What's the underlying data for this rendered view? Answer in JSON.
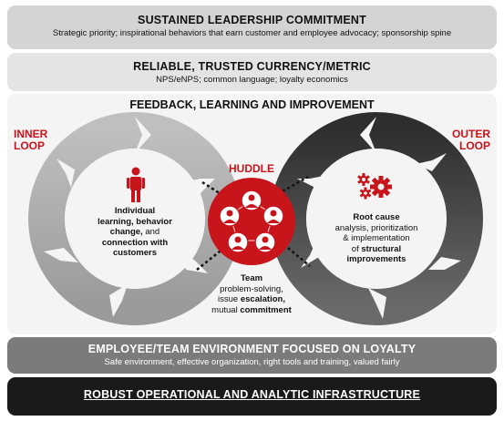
{
  "bands": {
    "leadership": {
      "title": "SUSTAINED LEADERSHIP COMMITMENT",
      "subtitle": "Strategic priority; inspirational behaviors that earn customer and employee advocacy; sponsorship spine"
    },
    "metric": {
      "title": "RELIABLE, TRUSTED CURRENCY/METRIC",
      "subtitle": "NPS/eNPS; common language; loyalty economics"
    },
    "feedback": {
      "title": "FEEDBACK, LEARNING AND IMPROVEMENT"
    },
    "environment": {
      "title": "EMPLOYEE/TEAM ENVIRONMENT FOCUSED ON LOYALTY",
      "subtitle": "Safe environment, effective organization, right tools and training, valued fairly"
    },
    "infrastructure": {
      "title": "ROBUST OPERATIONAL AND ANALYTIC INFRASTRUCTURE"
    }
  },
  "inner_loop": {
    "label_line1": "INNER",
    "label_line2": "LOOP",
    "text_lines": [
      [
        "Individual"
      ],
      [
        "learning, behavior"
      ],
      [
        "change,",
        " and"
      ],
      [
        "connection with"
      ],
      [
        "customers"
      ]
    ]
  },
  "outer_loop": {
    "label_line1": "OUTER",
    "label_line2": "LOOP",
    "text_lines": [
      [
        "Root cause"
      ],
      [
        "analysis, prioritization"
      ],
      [
        "& implementation"
      ],
      [
        "of ",
        "structural"
      ],
      [
        "improvements"
      ]
    ]
  },
  "huddle": {
    "label": "HUDDLE",
    "text_lines": [
      [
        "Team"
      ],
      [
        "problem-solving,"
      ],
      [
        "issue ",
        "escalation,"
      ],
      [
        "mutual ",
        "commitment"
      ]
    ]
  },
  "icons": [
    "person-icon",
    "gears-icon",
    "team-icon"
  ],
  "colors": {
    "accent_red": "#c8141b",
    "inner_loop_gray": "#aaaaaa",
    "outer_loop_dark": "#3a3a3a",
    "environment_band": "#7b7b7b",
    "infrastructure_band": "#1a1a1a"
  }
}
